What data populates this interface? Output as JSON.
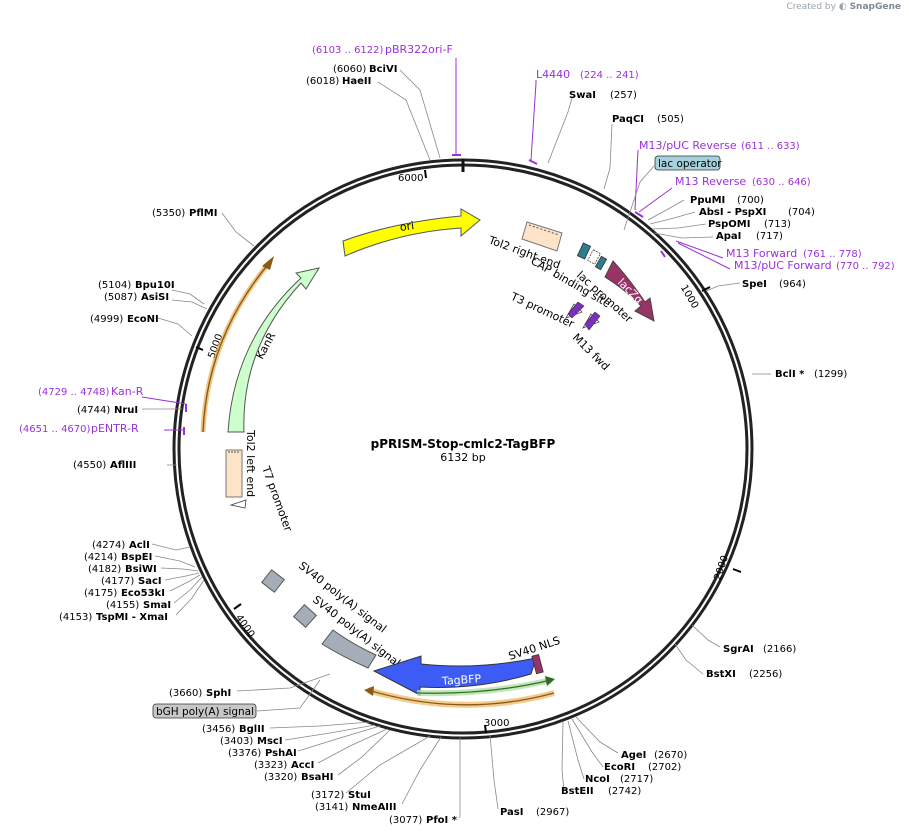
{
  "credit": {
    "prefix": "Created by",
    "brand": "SnapGene"
  },
  "plasmid": {
    "name": "pPRISM-Stop-cmlc2-TagBFP",
    "size_label": "6132 bp"
  },
  "ticks": [
    "1000",
    "2000",
    "3000",
    "4000",
    "5000",
    "6000"
  ],
  "enzymes": [
    {
      "pos": "(6060)",
      "name": "BciVI"
    },
    {
      "pos": "(6018)",
      "name": "HaeII"
    },
    {
      "pos": "(257)",
      "name": "SwaI"
    },
    {
      "pos": "(505)",
      "name": "PaqCI"
    },
    {
      "pos": "(700)",
      "name": "PpuMI"
    },
    {
      "pos": "(704)",
      "name": "AbsI   -  PspXI"
    },
    {
      "pos": "(713)",
      "name": "PspOMI"
    },
    {
      "pos": "(717)",
      "name": "ApaI"
    },
    {
      "pos": "(964)",
      "name": "SpeI"
    },
    {
      "pos": "(1299)",
      "name": "BclI *"
    },
    {
      "pos": "(2166)",
      "name": "SgrAI"
    },
    {
      "pos": "(2256)",
      "name": "BstXI"
    },
    {
      "pos": "(2670)",
      "name": "AgeI"
    },
    {
      "pos": "(2702)",
      "name": "EcoRI"
    },
    {
      "pos": "(2717)",
      "name": "NcoI"
    },
    {
      "pos": "(2742)",
      "name": "BstEII"
    },
    {
      "pos": "(2967)",
      "name": "PasI"
    },
    {
      "pos": "(3077)",
      "name": "PfoI *"
    },
    {
      "pos": "(3141)",
      "name": "NmeAIII"
    },
    {
      "pos": "(3172)",
      "name": "StuI"
    },
    {
      "pos": "(3320)",
      "name": "BsaHI"
    },
    {
      "pos": "(3323)",
      "name": "AccI"
    },
    {
      "pos": "(3376)",
      "name": "PshAI"
    },
    {
      "pos": "(3403)",
      "name": "MscI"
    },
    {
      "pos": "(3456)",
      "name": "BglII"
    },
    {
      "pos": "(3660)",
      "name": "SphI"
    },
    {
      "pos": "(4153)",
      "name": "TspMI   -  XmaI"
    },
    {
      "pos": "(4155)",
      "name": "SmaI"
    },
    {
      "pos": "(4175)",
      "name": "Eco53kI"
    },
    {
      "pos": "(4177)",
      "name": "SacI"
    },
    {
      "pos": "(4182)",
      "name": "BsiWI"
    },
    {
      "pos": "(4214)",
      "name": "BspEI"
    },
    {
      "pos": "(4274)",
      "name": "AclI"
    },
    {
      "pos": "(4550)",
      "name": "AflIII"
    },
    {
      "pos": "(4744)",
      "name": "NruI"
    },
    {
      "pos": "(4999)",
      "name": "EcoNI"
    },
    {
      "pos": "(5087)",
      "name": "AsiSI"
    },
    {
      "pos": "(5104)",
      "name": "Bpu10I"
    },
    {
      "pos": "(5350)",
      "name": "PflMI"
    }
  ],
  "primers": [
    {
      "range": "(6103 .. 6122)",
      "name": "pBR322ori-F"
    },
    {
      "range": "(224 .. 241)",
      "name": "L4440"
    },
    {
      "range": "(611 .. 633)",
      "name": "M13/pUC Reverse"
    },
    {
      "range": "(630 .. 646)",
      "name": "M13 Reverse"
    },
    {
      "range": "(761 .. 778)",
      "name": "M13 Forward"
    },
    {
      "range": "(770 .. 792)",
      "name": "M13/pUC Forward"
    },
    {
      "range": "(4729 .. 4748)",
      "name": "Kan-R"
    },
    {
      "range": "(4651 .. 4670)",
      "name": "pENTR-R"
    }
  ],
  "features": {
    "ori": "ori",
    "lacZa": "lacZα",
    "kanr": "KanR",
    "tagbfp": "TagBFP",
    "tol2_right": "Tol2 right end",
    "cap_site": "CAP binding site",
    "lac_promoter": "lac promoter",
    "t3_promoter": "T3 promoter",
    "m13_fwd": "M13 fwd",
    "lac_operator": "lac operator",
    "tol2_left": "Tol2 left end",
    "t7_promoter": "T7 promoter",
    "sv40_polya_1": "SV40 poly(A) signal",
    "sv40_polya_2": "SV40 poly(A) signal",
    "sv40_nls": "SV40 NLS",
    "bgh_polya": "bGH poly(A) signal"
  },
  "colors": {
    "ori": "#ffff00",
    "lacZa": "#993366",
    "kanr": "#ccffcc",
    "tagbfp": "#3c5cf5",
    "tol2": "#fde3c8",
    "cap": "#2e7d8c",
    "polya": "#a5adb8",
    "bgh": "#c8c8c8",
    "lac_operator": "#a6d2dd",
    "primer": "#9b30d9",
    "orf": "#e8a030",
    "green_orf": "#5ab84a"
  }
}
